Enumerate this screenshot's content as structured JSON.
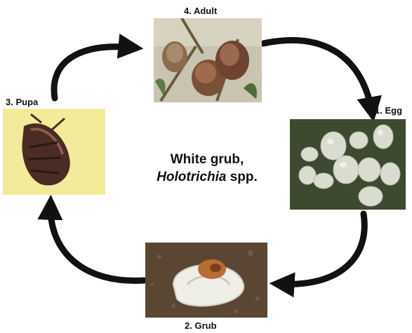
{
  "title": {
    "line1": "White grub,",
    "genus": "Holotrichia",
    "suffix": " spp."
  },
  "stages": [
    {
      "id": "adult",
      "label": "4. Adult"
    },
    {
      "id": "egg",
      "label": "1. Egg"
    },
    {
      "id": "grub",
      "label": "2. Grub"
    },
    {
      "id": "pupa",
      "label": "3. Pupa"
    }
  ],
  "cycle_order": [
    "egg",
    "grub",
    "pupa",
    "adult"
  ],
  "colors": {
    "arrow": "#111111",
    "pupa_background": "#f3ea9a",
    "egg_background": "#3e4a30",
    "soil": "#5a4632"
  }
}
